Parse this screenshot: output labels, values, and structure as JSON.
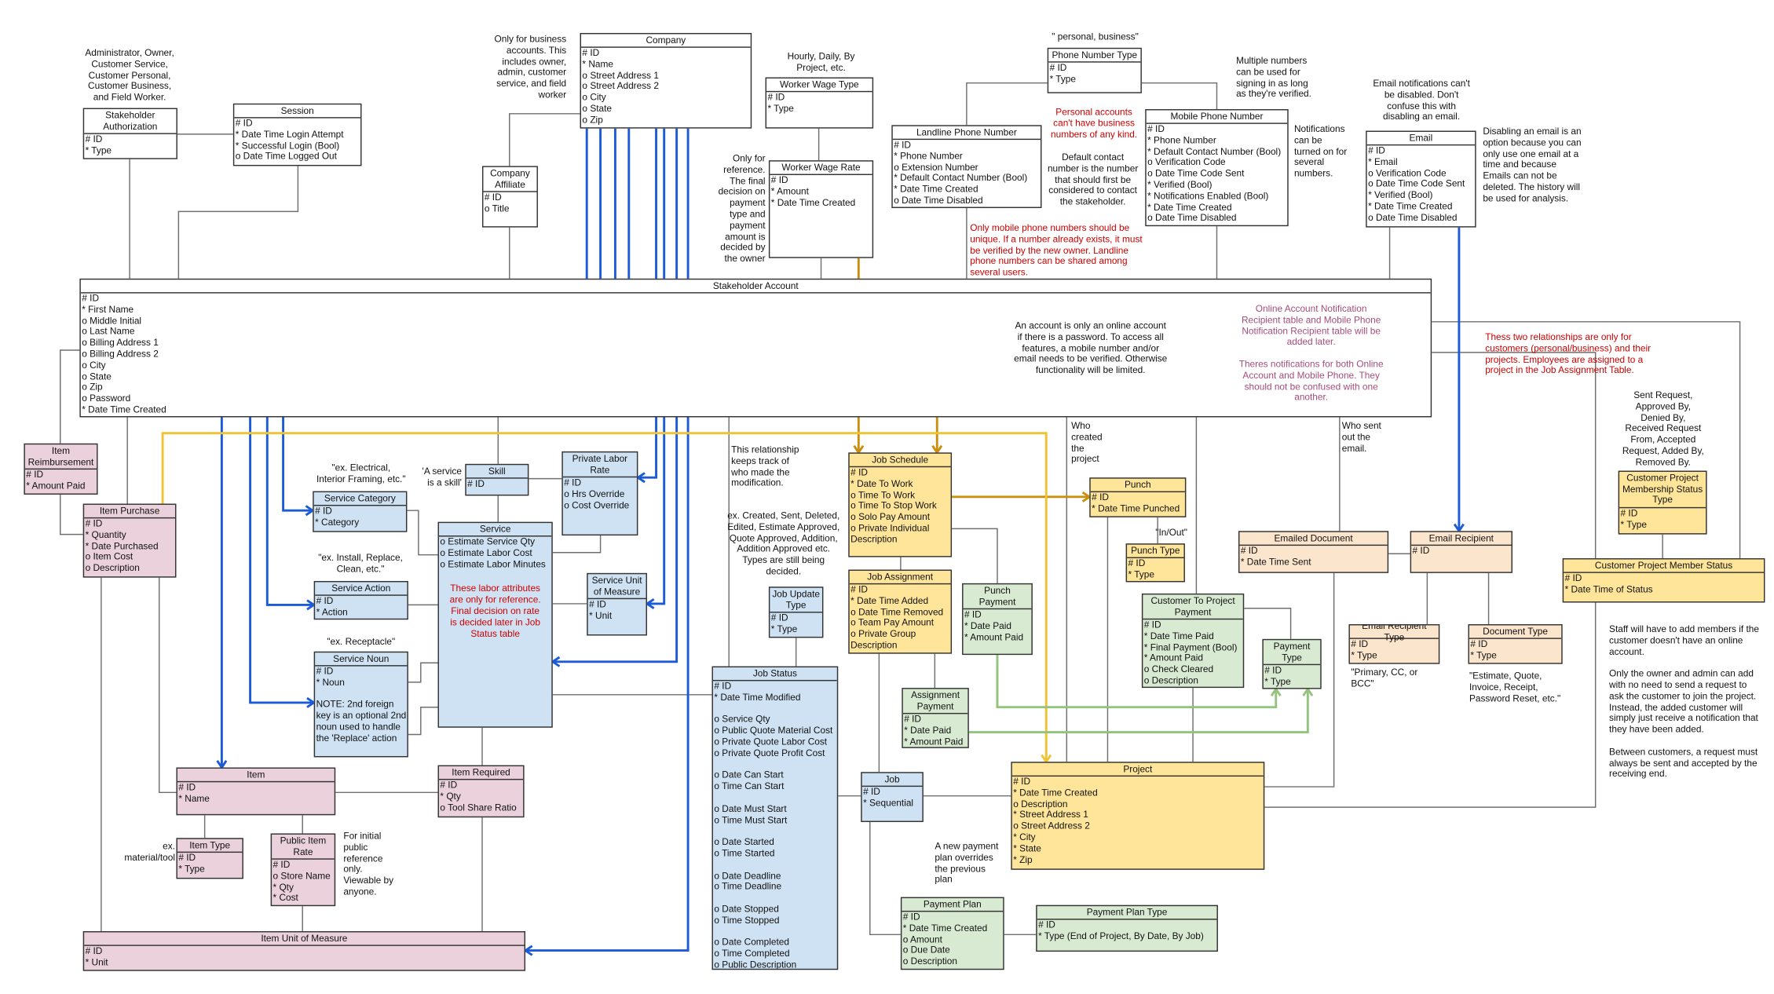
{
  "colors": {
    "white": "#ffffff",
    "blue": "#cfe2f3",
    "pink": "#ead1dc",
    "yellow": "#ffe599",
    "green": "#d9ead3",
    "peach": "#fce5cd",
    "line_grey": "#6f6f6f",
    "line_blue": "#1c5bd8",
    "line_gold": "#c8900e",
    "line_yellow": "#f1c232",
    "line_green": "#93c47d",
    "note_red": "#cc0000",
    "note_purple": "#a64d79"
  },
  "entities": {
    "stakeholder_authorization": {
      "title": "Stakeholder\nAuthorization",
      "fill": "white",
      "attributes": [
        "# ID",
        "* Type"
      ]
    },
    "session": {
      "title": "Session",
      "fill": "white",
      "attributes": [
        "# ID",
        "* Date Time Login Attempt",
        "* Successful Login (Bool)",
        "o Date Time Logged Out"
      ]
    },
    "company": {
      "title": "Company",
      "fill": "white",
      "attributes": [
        "# ID",
        "* Name",
        "o Street Address 1",
        "o Street Address 2",
        "o City",
        "o State",
        "o Zip"
      ]
    },
    "company_affiliate": {
      "title": "Company\nAffiliate",
      "fill": "white",
      "attributes": [
        "# ID",
        "o Title"
      ]
    },
    "worker_wage_type": {
      "title": "Worker Wage Type",
      "fill": "white",
      "attributes": [
        "# ID",
        "* Type"
      ]
    },
    "worker_wage_rate": {
      "title": "Worker Wage Rate",
      "fill": "white",
      "attributes": [
        "# ID",
        "* Amount",
        "* Date Time Created"
      ]
    },
    "phone_number_type": {
      "title": "Phone Number Type",
      "fill": "white",
      "attributes": [
        "# ID",
        "* Type"
      ]
    },
    "landline_phone_number": {
      "title": "Landline Phone Number",
      "fill": "white",
      "attributes": [
        "# ID",
        "* Phone Number",
        "o Extension Number",
        "* Default Contact Number (Bool)",
        "* Date Time Created",
        "o Date Time Disabled"
      ]
    },
    "mobile_phone_number": {
      "title": "Mobile Phone Number",
      "fill": "white",
      "attributes": [
        "# ID",
        "* Phone Number",
        "* Default Contact Number (Bool)",
        "o Verification Code",
        "o Date Time Code Sent",
        "* Verified (Bool)",
        "* Notifications Enabled (Bool)",
        "* Date Time Created",
        "o Date Time Disabled"
      ]
    },
    "email": {
      "title": "Email",
      "fill": "white",
      "attributes": [
        "# ID",
        "* Email",
        "o Verification Code",
        "o Date Time Code Sent",
        "* Verified (Bool)",
        "*  Date Time Created",
        "o Date Time Disabled"
      ]
    },
    "stakeholder_account": {
      "title": "Stakeholder Account",
      "fill": "white",
      "attributes": [
        "# ID",
        "* First Name",
        "o Middle Initial",
        "o Last Name",
        "o Billing Address 1",
        "o Billing Address 2",
        "o City",
        "o State",
        "o Zip",
        "o Password",
        "* Date Time Created"
      ]
    },
    "item_reimbursement": {
      "title": "Item\nReimbursement",
      "fill": "pink",
      "attributes": [
        "# ID",
        "* Amount Paid"
      ]
    },
    "item_purchase": {
      "title": "Item Purchase",
      "fill": "pink",
      "attributes": [
        "# ID",
        "* Quantity",
        "* Date Purchased",
        "o Item Cost",
        "o Description"
      ]
    },
    "skill": {
      "title": "Skill",
      "fill": "blue",
      "attributes": [
        "# ID"
      ]
    },
    "private_labor_rate": {
      "title": "Private Labor\nRate",
      "fill": "blue",
      "attributes": [
        "# ID",
        "o Hrs Override",
        "o Cost Override"
      ]
    },
    "service_category": {
      "title": "Service Category",
      "fill": "blue",
      "attributes": [
        "# ID",
        "* Category"
      ]
    },
    "service": {
      "title": "Service",
      "fill": "blue",
      "attributes": [
        "o Estimate Service Qty",
        "o Estimate Labor Cost",
        "o Estimate Labor Minutes"
      ],
      "note": "These labor attributes are only for reference. Final decision on rate is decided later in Job Status table"
    },
    "service_action": {
      "title": "Service Action",
      "fill": "blue",
      "attributes": [
        "# ID",
        "* Action"
      ]
    },
    "service_unit_of_measure": {
      "title": "Service Unit\nof Measure",
      "fill": "blue",
      "attributes": [
        "# ID",
        "* Unit"
      ]
    },
    "service_noun": {
      "title": "Service Noun",
      "fill": "blue",
      "attributes": [
        "# ID",
        "* Noun",
        "",
        "NOTE: 2nd foreign key is an optional 2nd noun used to handle the 'Replace' action"
      ]
    },
    "item": {
      "title": "Item",
      "fill": "pink",
      "attributes": [
        "# ID",
        "* Name"
      ]
    },
    "item_required": {
      "title": "Item Required",
      "fill": "pink",
      "attributes": [
        "# ID",
        "* Qty",
        "o Tool Share Ratio"
      ]
    },
    "item_type": {
      "title": "Item Type",
      "fill": "pink",
      "attributes": [
        "# ID",
        "* Type"
      ]
    },
    "public_item_rate": {
      "title": "Public Item\nRate",
      "fill": "pink",
      "attributes": [
        "# ID",
        "o Store Name",
        "* Qty",
        "* Cost"
      ]
    },
    "item_unit_of_measure": {
      "title": "Item Unit of Measure",
      "fill": "pink",
      "attributes": [
        "# ID",
        "* Unit"
      ]
    },
    "job_schedule": {
      "title": "Job Schedule",
      "fill": "yellow",
      "attributes": [
        "# ID",
        "* Date To Work",
        "o Time To Work",
        "o Time To Stop Work",
        "o Solo Pay Amount",
        "o Private Individual",
        "Description"
      ]
    },
    "job_assignment": {
      "title": "Job Assignment",
      "fill": "yellow",
      "attributes": [
        "# ID",
        "* Date Time Added",
        "o Date Time Removed",
        "o Team Pay Amount",
        "o Private Group",
        "Description"
      ]
    },
    "punch_payment": {
      "title": "Punch\nPayment",
      "fill": "green",
      "attributes": [
        "# ID",
        "* Date Paid",
        "* Amount Paid"
      ]
    },
    "assignment_payment": {
      "title": "Assignment\nPayment",
      "fill": "green",
      "attributes": [
        "# ID",
        "* Date Paid",
        "* Amount Paid"
      ]
    },
    "job_update_type": {
      "title": "Job Update\nType",
      "fill": "blue",
      "attributes": [
        "# ID",
        "* Type"
      ]
    },
    "job_status": {
      "title": "Job Status",
      "fill": "blue",
      "attributes": [
        "# ID",
        "* Date Time Modified",
        "",
        "o Service Qty",
        "o Public Quote Material Cost",
        "o Private Quote Labor Cost",
        "o Private Quote Profit Cost",
        "",
        "o Date Can Start",
        "o Time Can Start",
        "",
        "o Date Must Start",
        "o Time Must Start",
        "",
        "o Date Started",
        "o Time Started",
        "",
        "o Date Deadline",
        "o Time Deadline",
        "",
        "o Date Stopped",
        "o Time Stopped",
        "",
        "o Date Completed",
        "o Time Completed",
        "o Public Description"
      ]
    },
    "job": {
      "title": "Job",
      "fill": "blue",
      "attributes": [
        "# ID",
        "* Sequential"
      ]
    },
    "project": {
      "title": "Project",
      "fill": "yellow",
      "attributes": [
        "# ID",
        "* Date Time Created",
        "o Description",
        "* Street Address 1",
        "o Street Address 2",
        "* City",
        "* State",
        "* Zip"
      ]
    },
    "payment_plan": {
      "title": "Payment Plan",
      "fill": "green",
      "attributes": [
        "# ID",
        "* Date Time Created",
        "o Amount",
        "o Due Date",
        "o Description"
      ]
    },
    "payment_plan_type": {
      "title": "Payment Plan Type",
      "fill": "green",
      "attributes": [
        "# ID",
        "* Type (End of Project, By Date, By Job)"
      ]
    },
    "punch": {
      "title": "Punch",
      "fill": "yellow",
      "attributes": [
        "# ID",
        "* Date Time Punched"
      ]
    },
    "punch_type": {
      "title": "Punch Type",
      "fill": "yellow",
      "attributes": [
        "# ID",
        "* Type"
      ]
    },
    "customer_to_project_payment": {
      "title": "Customer To Project\nPayment",
      "fill": "green",
      "attributes": [
        "# ID",
        "* Date Time Paid",
        "* Final Payment (Bool)",
        "* Amount Paid",
        "o Check Cleared",
        "o Description"
      ]
    },
    "payment_type": {
      "title": "Payment\nType",
      "fill": "green",
      "attributes": [
        "# ID",
        "* Type"
      ]
    },
    "emailed_document": {
      "title": "Emailed Document",
      "fill": "peach",
      "attributes": [
        "# ID",
        "* Date Time Sent"
      ]
    },
    "email_recipient": {
      "title": "Email Recipient",
      "fill": "peach",
      "attributes": [
        "# ID"
      ]
    },
    "email_recipient_type": {
      "title": "Email Recipient Type",
      "fill": "peach",
      "attributes": [
        "# ID",
        "* Type"
      ]
    },
    "document_type": {
      "title": "Document Type",
      "fill": "peach",
      "attributes": [
        "# ID",
        "* Type"
      ]
    },
    "customer_project_membership_status_type": {
      "title": "Customer Project\nMembership Status\nType",
      "fill": "yellow",
      "attributes": [
        "# ID",
        "* Type"
      ]
    },
    "customer_project_member_status": {
      "title": "Customer Project Member Status",
      "fill": "yellow",
      "attributes": [
        "# ID",
        "* Date Time of Status"
      ]
    }
  },
  "notes": {
    "roles": {
      "text": "Administrator, Owner,\nCustomer Service,\nCustomer Personal,\nCustomer Business,\nand Field Worker."
    },
    "business_only": {
      "text": "Only for business\naccounts. This\nincludes owner,\nadmin, customer\nservice, and field\nworker"
    },
    "wage_types": {
      "text": "Hourly, Daily, By\nProject, etc."
    },
    "wage_reference": {
      "text": "Only for\nreference.\nThe final\ndecision on\npayment\ntype and\npayment\namount is\ndecided by\nthe owner"
    },
    "phone_types": {
      "text": "\" personal, business\""
    },
    "personal_accounts": {
      "text": "Personal accounts\ncan't have business\nnumbers of any kind.",
      "color": "note_red"
    },
    "default_contact": {
      "text": "Default contact\nnumber is the number\nthat should first be\nconsidered to contact\nthe stakeholder."
    },
    "mobile_unique": {
      "text": "Only mobile phone numbers should be\nunique. If a number already exists, it must\nbe verified by the new owner. Landline\nphone numbers can be shared among\nseveral users.",
      "color": "note_red"
    },
    "multiple_numbers": {
      "text": "Multiple numbers\ncan be used for\nsigning in as long\nas they're verified."
    },
    "notifications_numbers": {
      "text": "Notifications\ncan be\nturned on for\nseveral\nnumbers."
    },
    "email_notifications": {
      "text": "Email notifications can't\nbe disabled. Don't\nconfuse this with\ndisabling an email."
    },
    "disabling_email": {
      "text": "Disabling an email is an\noption because you can\nonly use one email at a\ntime and because\nEmails can not be\ndeleted. The history will\nbe used for analysis."
    },
    "online_account": {
      "text": "An account is only an online account\nif there is a password. To access all\nfeatures, a mobile number and/or\nemail needs to be verified. Otherwise\nfunctionality will be limited."
    },
    "notification_tables": {
      "text": "Online Account Notification\nRecipient table and Mobile Phone\nNotification Recipient table will be\nadded later.\n\nTheres notifications for both Online\nAccount and Mobile Phone. They\nshould not be confused with one\nanother.",
      "color": "note_purple"
    },
    "two_relationships": {
      "text": "Thess two relationships are only for\ncustomers (personal/business) and their\nprojects. Employees are assigned to a\nproject in the Job Assignment Table.",
      "color": "note_red"
    },
    "membership_statuses": {
      "text": "Sent Request,\nApproved By,\nDenied By,\nReceived Request\nFrom, Accepted\nRequest, Added By,\nRemoved By."
    },
    "category_examples": {
      "text": "\"ex. Electrical,\nInterior Framing, etc.\""
    },
    "service_is_skill": {
      "text": "'A service\nis a skill'"
    },
    "action_examples": {
      "text": "\"ex. Install, Replace,\nClean, etc.\""
    },
    "noun_examples": {
      "text": "\"ex. Receptacle\""
    },
    "modification_tracking": {
      "text": "This relationship\nkeeps track of\nwho made the\nmodification."
    },
    "update_type_examples": {
      "text": "ex. Created, Sent, Deleted,\nEdited, Estimate Approved,\nQuote Approved, Addition,\nAddition Approved etc.\nTypes are still being\ndecided."
    },
    "project_creator": {
      "text": "Who\ncreated\nthe\nproject"
    },
    "email_sender": {
      "text": "Who sent\nout the\nemail."
    },
    "in_out": {
      "text": "\"In/Out\""
    },
    "item_type_examples": {
      "text": "ex.\nmaterial/tool"
    },
    "public_reference": {
      "text": "For initial\npublic\nreference\nonly.\nViewable by\nanyone."
    },
    "payment_plan_override": {
      "text": "A new payment\nplan overrides\nthe previous\nplan"
    },
    "recipient_type_examples": {
      "text": "\"Primary, CC, or\nBCC\""
    },
    "document_type_examples": {
      "text": "\"Estimate, Quote,\nInvoice, Receipt,\nPassword Reset, etc.\""
    },
    "membership_rules": {
      "text": "Staff will have to add members if the\ncustomer doesn't have an online\naccount.\n\nOnly the owner and admin can add\nwith no need to send a request to\nask the customer to join the project.\nInstead, the added customer will\nsimply just receive a notification that\nthey have been added.\n\nBetween customers, a request must\nalways be sent and accepted by the\nreceiving end."
    }
  }
}
